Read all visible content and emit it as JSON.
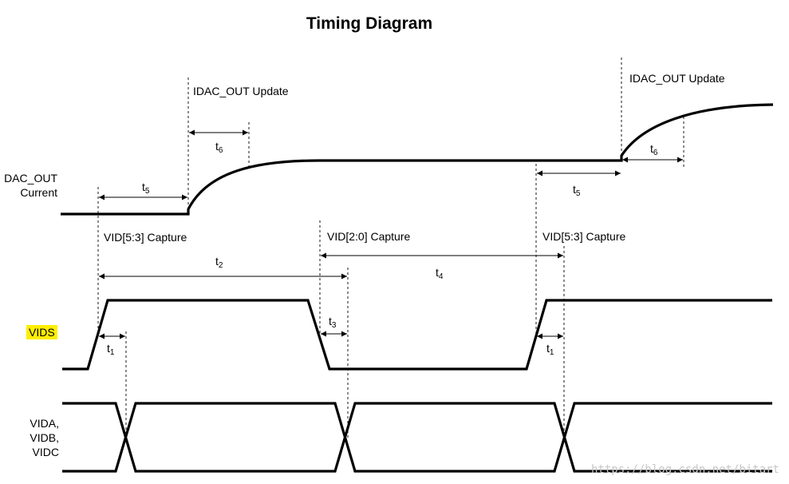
{
  "title": "Timing Diagram",
  "signals": {
    "dac_line1": "DAC_OUT",
    "dac_line2": "Current",
    "vids": "VIDS",
    "vid_line1": "VIDA,",
    "vid_line2": "VIDB,",
    "vid_line3": "VIDC"
  },
  "events": {
    "idac_update_1": "IDAC_OUT Update",
    "idac_update_2": "IDAC_OUT Update",
    "capture_1": "VID[5:3] Capture",
    "capture_2": "VID[2:0] Capture",
    "capture_3": "VID[5:3] Capture"
  },
  "timing_params": {
    "t_letter": "t",
    "t1": "1",
    "t2": "2",
    "t3": "3",
    "t4": "4",
    "t5": "5",
    "t6": "6"
  },
  "highlight_color": "#ffee00",
  "watermark": "https://blog.csdn.net/bitart"
}
